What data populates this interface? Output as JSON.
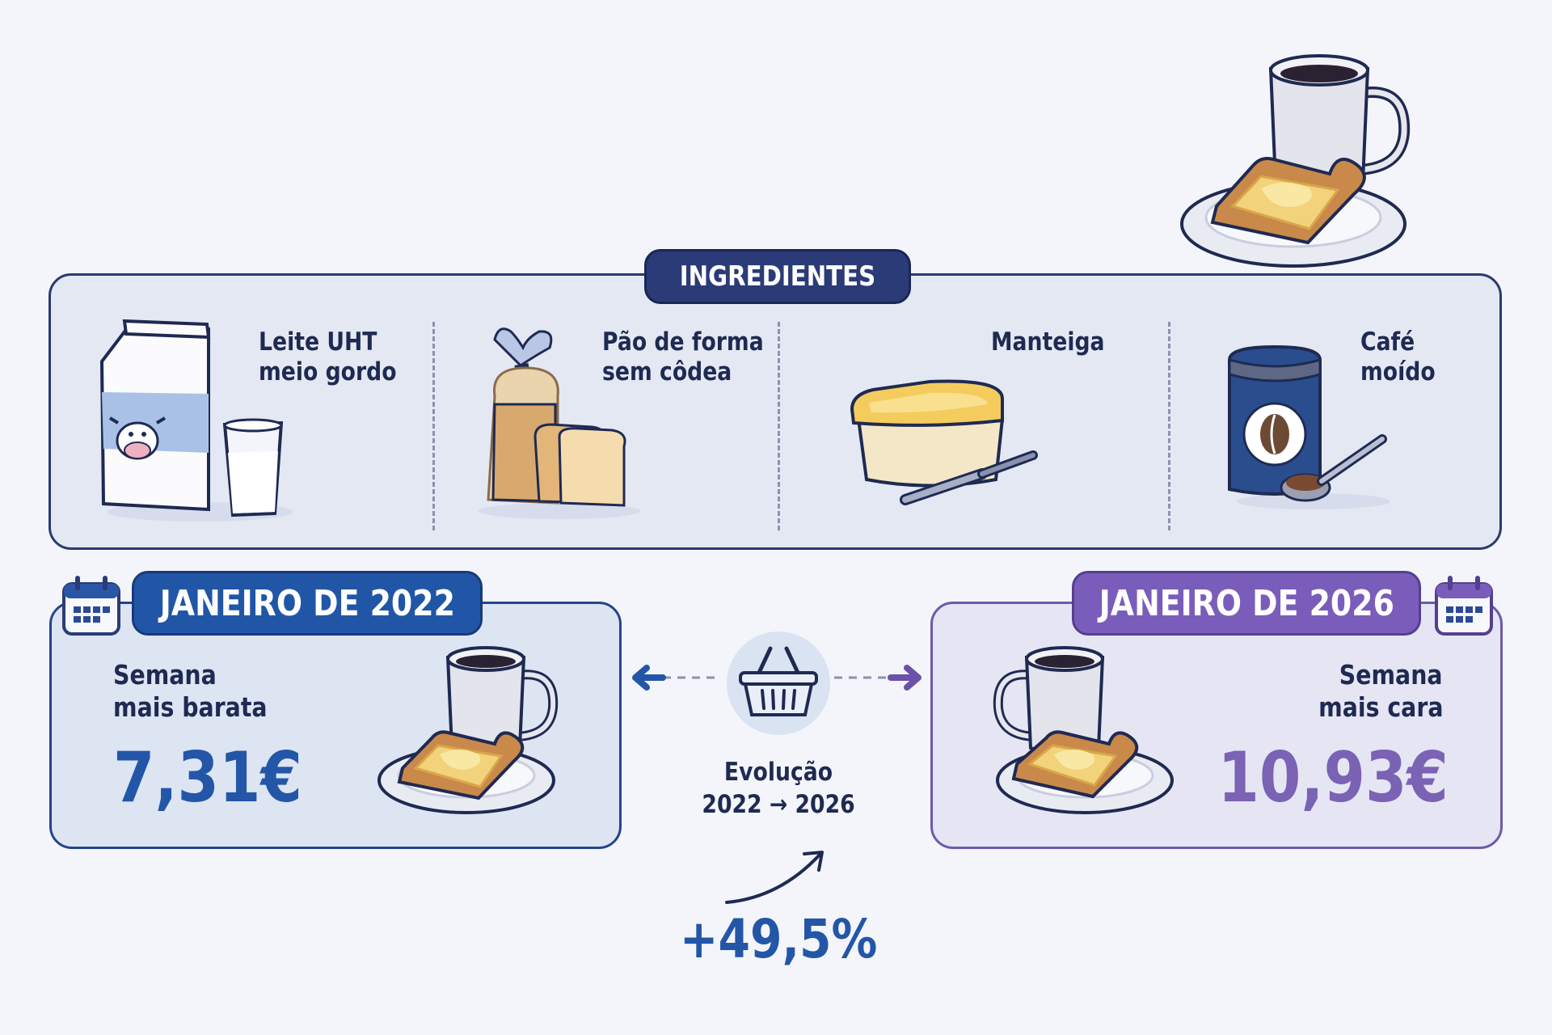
{
  "ingredients": {
    "title": "INGREDIENTES",
    "items": [
      {
        "line1": "Leite UHT",
        "line2": "meio gordo",
        "icon": "milk-carton-icon"
      },
      {
        "line1": "Pão de forma",
        "line2": "sem côdea",
        "icon": "bread-loaf-icon"
      },
      {
        "line1": "Manteiga",
        "line2": "",
        "icon": "butter-tub-icon"
      },
      {
        "line1": "Café",
        "line2": "moído",
        "icon": "coffee-can-icon"
      }
    ]
  },
  "period_2022": {
    "title": "JANEIRO DE 2022",
    "label_line1": "Semana",
    "label_line2": "mais barata",
    "price": "7,31€"
  },
  "period_2026": {
    "title": "JANEIRO DE 2026",
    "label_line1": "Semana",
    "label_line2": "mais cara",
    "price": "10,93€"
  },
  "evolution": {
    "line1": "Evolução",
    "line2": "2022 → 2026",
    "change": "+49,5%"
  },
  "colors": {
    "navy": "#2b3b78",
    "blue": "#2156a7",
    "purple": "#7a5dba",
    "price_blue": "#2456a8",
    "price_purple": "#7a62b4"
  }
}
